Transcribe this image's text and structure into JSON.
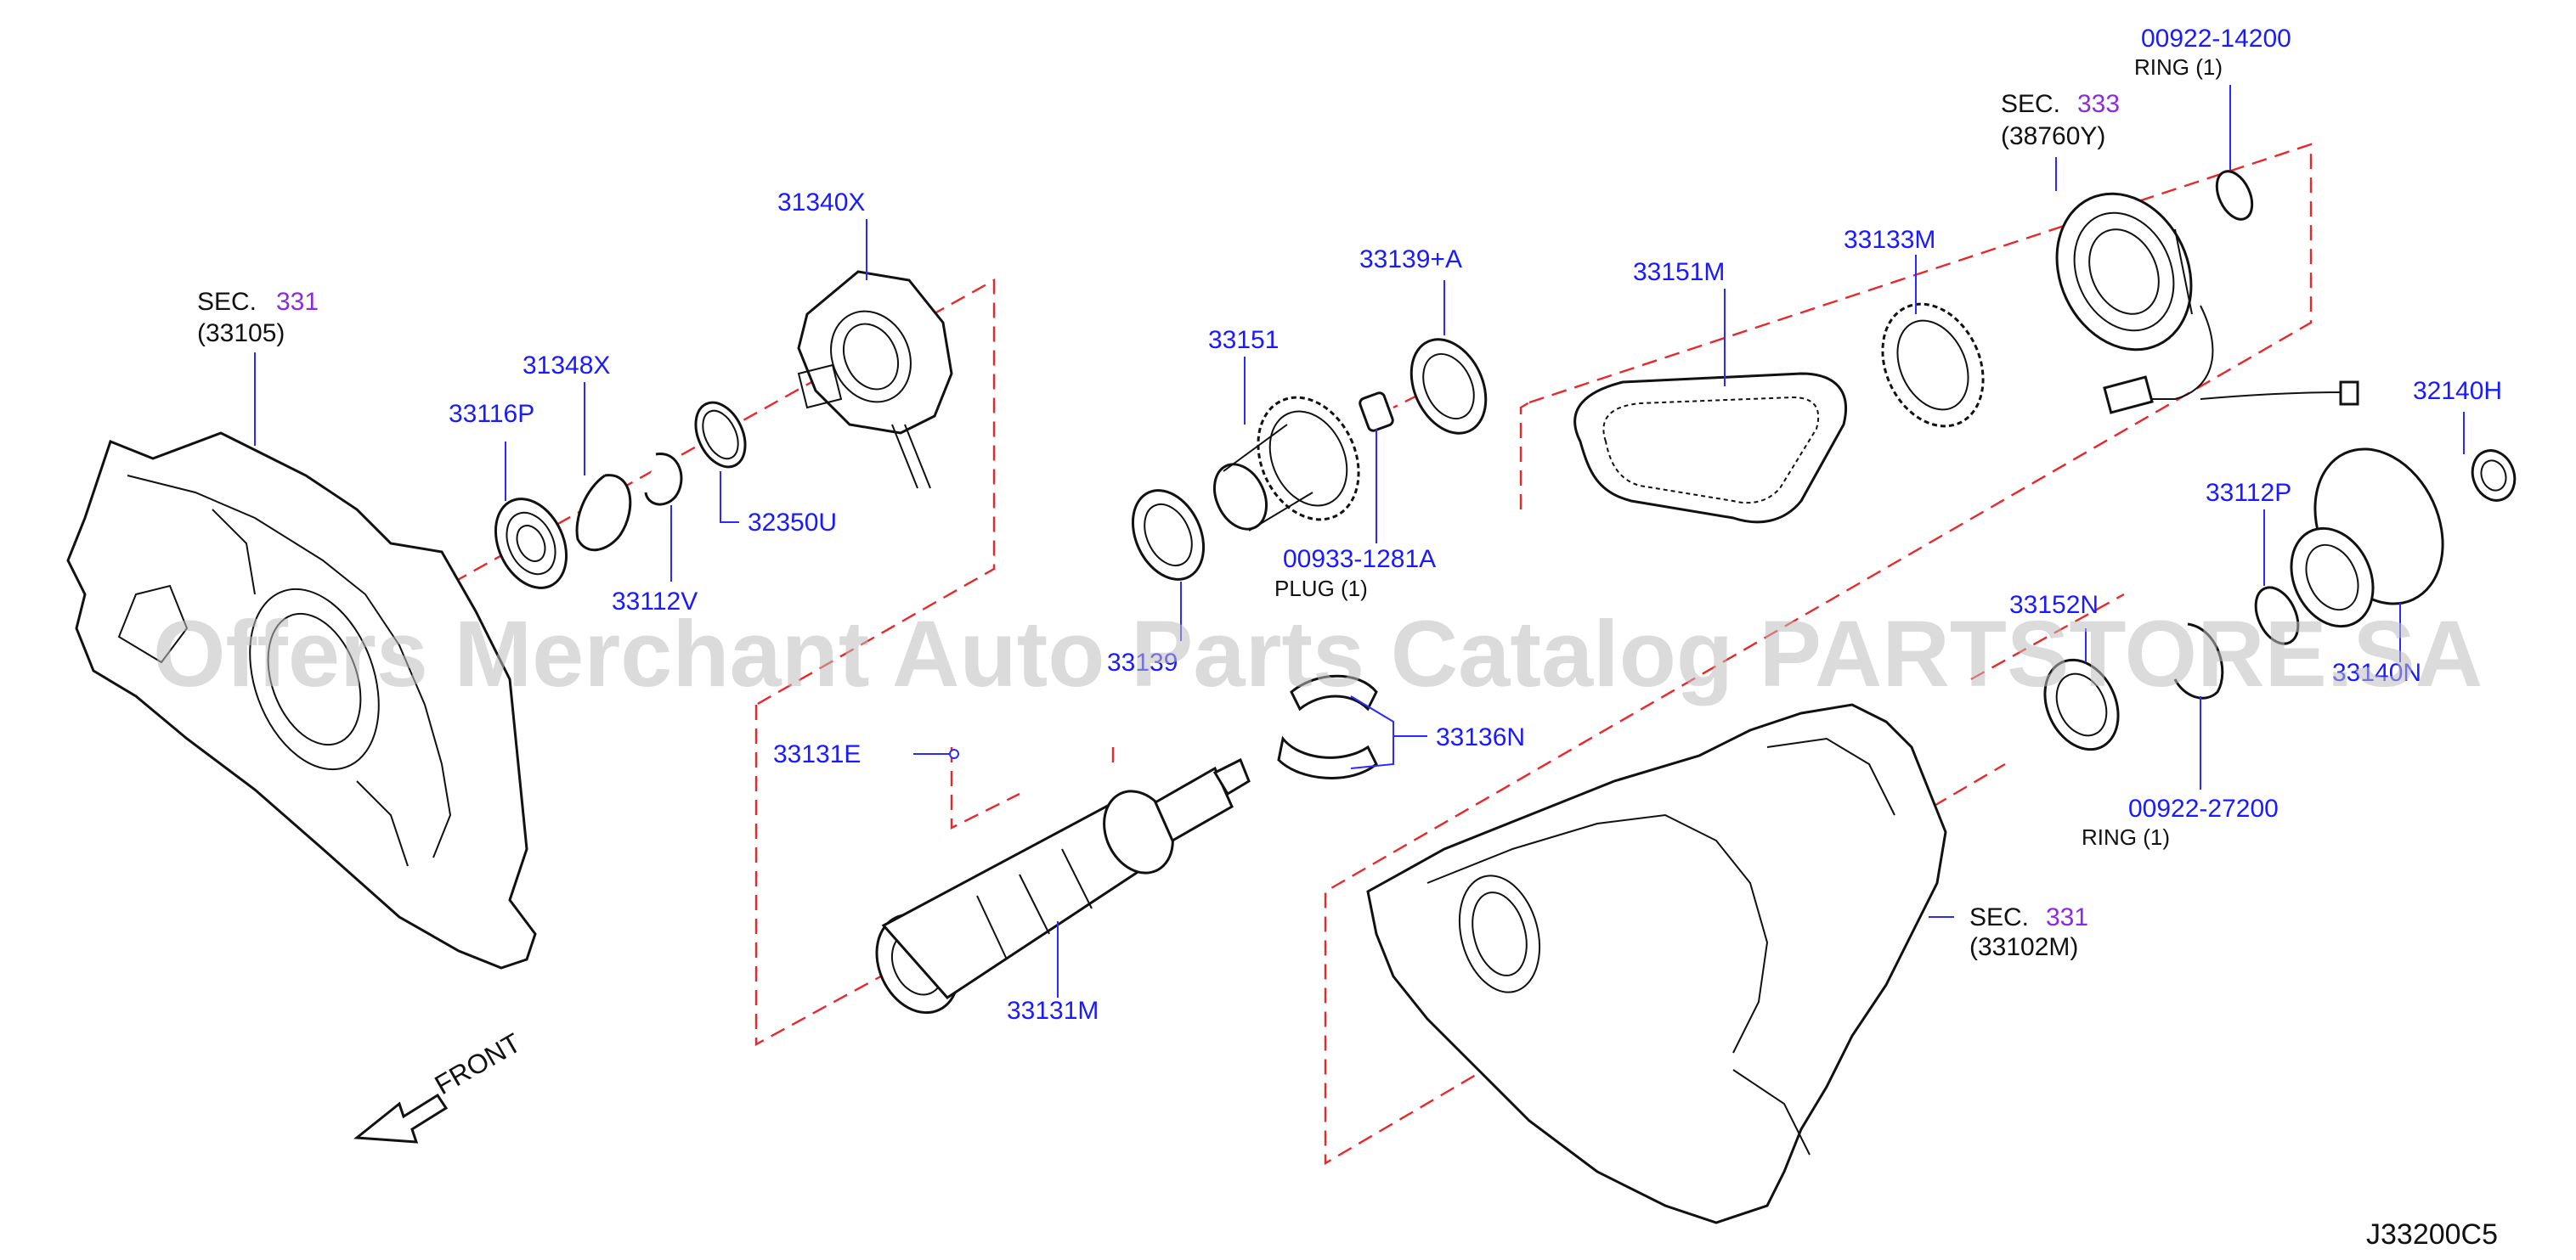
{
  "watermark": "Offers Merchant Auto Parts Catalog PARTSTORE.SA",
  "diagram_code": "J33200C5",
  "front_label": "FRONT",
  "sections": {
    "left_case": {
      "prefix": "SEC.",
      "number": "331",
      "part": "(33105)"
    },
    "right_case": {
      "prefix": "SEC.",
      "number": "331",
      "part": "(33102M)"
    },
    "actuator": {
      "prefix": "SEC.",
      "number": "333",
      "part": "(38760Y)"
    }
  },
  "parts": {
    "p31340X": "31340X",
    "p31348X": "31348X",
    "p33116P": "33116P",
    "p33112V": "33112V",
    "p32350U": "32350U",
    "p33151": "33151",
    "p33139A": "33139+A",
    "p00933": "00933-1281A",
    "plug_sub": "PLUG    (1)",
    "p33139": "33139",
    "p33151M": "33151M",
    "p33133M": "33133M",
    "p00922_14200": "00922-14200",
    "ring1_sub": "RING      (1)",
    "p32140H": "32140H",
    "p33112P": "33112P",
    "p33152N": "33152N",
    "p33140N": "33140N",
    "p00922_27200": "00922-27200",
    "ring2_sub": "RING      (1)",
    "p33136N": "33136N",
    "p33131E": "33131E",
    "p33131M": "33131M"
  }
}
